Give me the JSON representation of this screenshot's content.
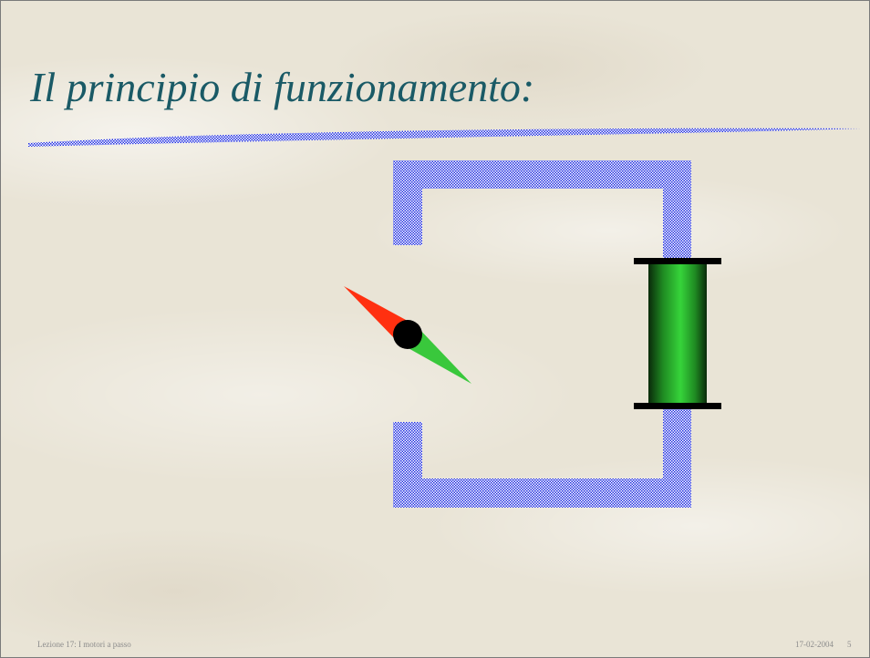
{
  "slide": {
    "title": "Il principio di funzionamento:",
    "footer": {
      "lecture": "Lezione 17: I motori a passo",
      "date": "17-02-2004",
      "page": "5"
    }
  },
  "colors": {
    "title": "#1a5a66",
    "core_pattern_blue": "#2330e0",
    "core_pattern_white": "#ffffff",
    "coil_green": "#2fc832",
    "coil_dark": "#0a2a0a",
    "needle_north": "#ff3010",
    "needle_south": "#39c83c",
    "pivot": "#000000",
    "footer": "#8c8c8c"
  }
}
